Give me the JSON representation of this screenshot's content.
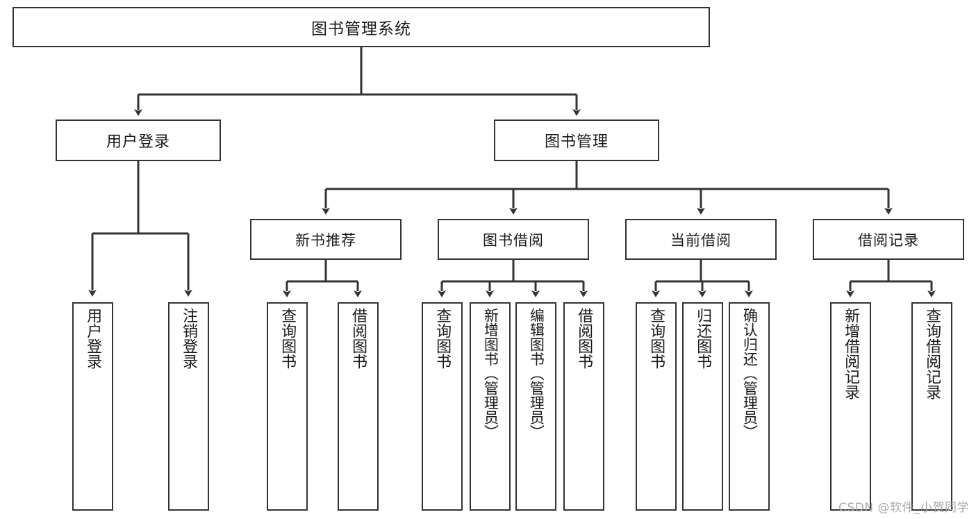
{
  "diagram": {
    "title": "图书管理系统",
    "type": "tree-hierarchy",
    "watermark": "CSDN @软件_小贺同学",
    "colors": {
      "box_border": "#333333",
      "box_fill": "#ffffff",
      "edge": "#333333",
      "text": "#1a1a1a",
      "watermark": "#a8a8a8"
    },
    "root": {
      "label": "图书管理系统"
    },
    "level1": [
      {
        "label": "用户登录"
      },
      {
        "label": "图书管理"
      }
    ],
    "level2": [
      {
        "label": "新书推荐"
      },
      {
        "label": "图书借阅"
      },
      {
        "label": "当前借阅"
      },
      {
        "label": "借阅记录"
      }
    ],
    "leaves": {
      "user_login": [
        {
          "label": "用户登录"
        },
        {
          "label": "注销登录"
        }
      ],
      "new_book_recommend": [
        {
          "label": "查询图书"
        },
        {
          "label": "借阅图书"
        }
      ],
      "book_borrow": [
        {
          "label": "查询图书"
        },
        {
          "label": "新增图书（管理员）"
        },
        {
          "label": "编辑图书（管理员）"
        },
        {
          "label": "借阅图书"
        }
      ],
      "current_borrow": [
        {
          "label": "查询图书"
        },
        {
          "label": "归还图书"
        },
        {
          "label": "确认归还（管理员）"
        }
      ],
      "borrow_record": [
        {
          "label": "新增借阅记录"
        },
        {
          "label": "查询借阅记录"
        }
      ]
    }
  }
}
